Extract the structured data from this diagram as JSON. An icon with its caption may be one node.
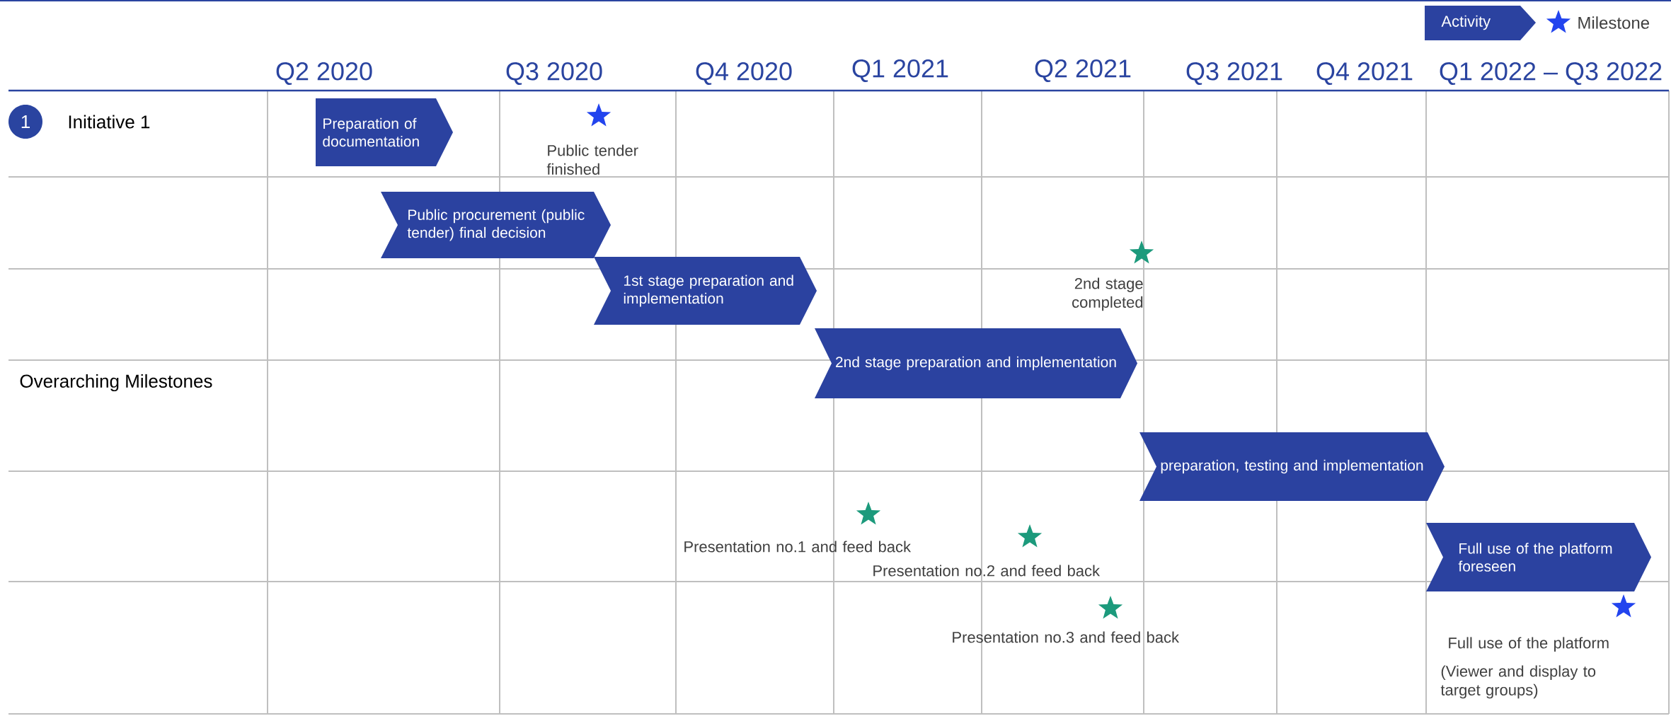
{
  "diagram": {
    "nodes": [
      {
        "text": [
          "Preparation of documentation"
        ]
      },
      {
        "text": [],
        "shape": "star",
        "beside": [
          "Public tender finished"
        ]
      },
      {
        "text": [
          "Public procurement (public tender) final decision"
        ]
      },
      {
        "text": [],
        "shape": "star",
        "beside": [
          "2nd stage completed"
        ]
      },
      {
        "text": [
          "1st stage preparation and implementation"
        ]
      },
      {
        "text": [
          "2nd stage preparation and implementation"
        ]
      },
      {
        "text": [
          "preparation, testing and implementation"
        ]
      },
      {
        "text": [],
        "shape": "star",
        "beside": [
          "Presentation no.1 and feed back"
        ]
      },
      {
        "text": [
          "Full use of the platform foreseen"
        ]
      },
      {
        "text": [],
        "shape": "star",
        "beside": [
          "Presentation no.2 and feed back"
        ]
      },
      {
        "text": [],
        "shape": "star",
        "beside": [
          "Presentation no.3 and feed back"
        ]
      },
      {
        "text": [],
        "shape": "star",
        "beside": [
          "Full use of the platform",
          "(Viewer and display to target groups)"
        ]
      }
    ],
    "labels": [
      "Q2 2020",
      "Q3 2020",
      "Q4 2020",
      "Q1 2021",
      "Q2 2021",
      "Q3 2021",
      "Q4 2021",
      "Q1 2022 – Q3 2022",
      "1",
      "Initiative 1",
      "Overarching Milestones"
    ],
    "legend": [
      {
        "text": "Activity"
      },
      {
        "text": "Milestone"
      }
    ]
  }
}
